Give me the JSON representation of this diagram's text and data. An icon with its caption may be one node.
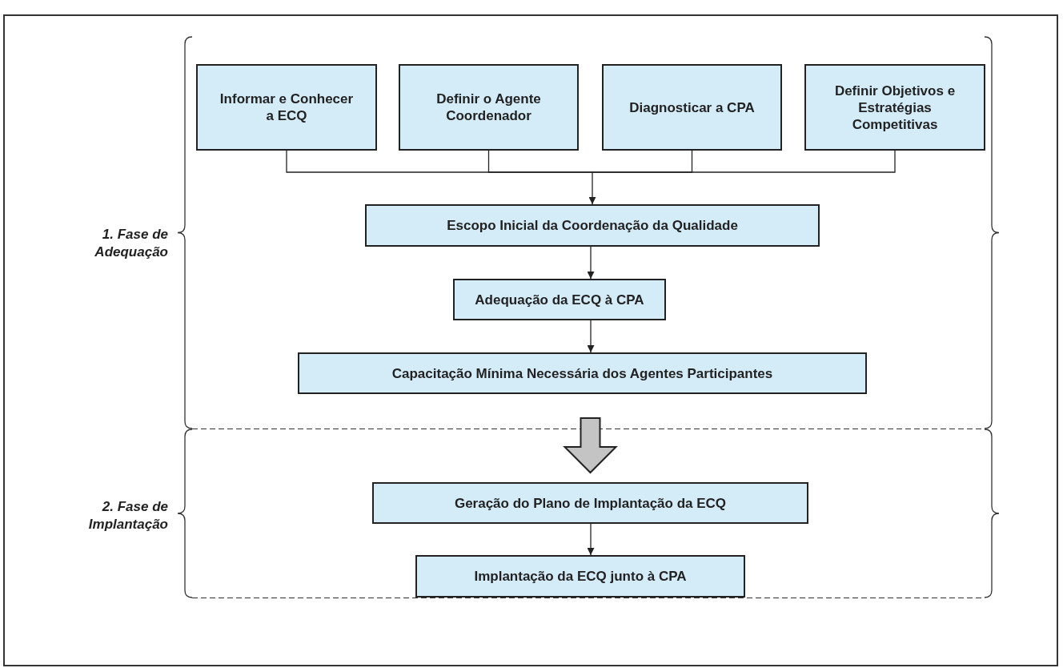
{
  "diagram": {
    "nodes": [
      {
        "text": [
          "Informar e Conhecer a ECQ"
        ]
      },
      {
        "text": [
          "Definir o Agente Coordenador"
        ]
      },
      {
        "text": [
          "Diagnosticar a CPA"
        ]
      },
      {
        "text": [
          "Definir Objetivos e Estratégias Competitivas"
        ]
      },
      {
        "text": [
          "Escopo Inicial da Coordenação da Qualidade"
        ]
      },
      {
        "text": [
          "Adequação da ECQ à CPA"
        ]
      },
      {
        "text": [
          "Capacitação Mínima Necessária dos Agentes Participantes"
        ]
      },
      {
        "text": [
          "Geração do Plano de Implantação da ECQ"
        ]
      },
      {
        "text": [
          "Implantação da ECQ junto à CPA"
        ]
      }
    ],
    "edges": [
      {
        "from": 0,
        "to": 4,
        "arrow": "to"
      },
      {
        "from": 1,
        "to": 4,
        "arrow": "to"
      },
      {
        "from": 2,
        "to": 4,
        "arrow": "to"
      },
      {
        "from": 3,
        "to": 4,
        "arrow": "to"
      },
      {
        "from": 4,
        "to": 5,
        "arrow": "to"
      },
      {
        "from": 5,
        "to": 6,
        "arrow": "to"
      },
      {
        "from": 6,
        "to": 7,
        "arrow": "to",
        "style": "thick",
        "color": "#c4c4c4"
      },
      {
        "from": 7,
        "to": 8,
        "arrow": "to"
      }
    ],
    "labels": [
      "1. Fase de Adequação",
      "2. Fase de Implantação"
    ]
  }
}
